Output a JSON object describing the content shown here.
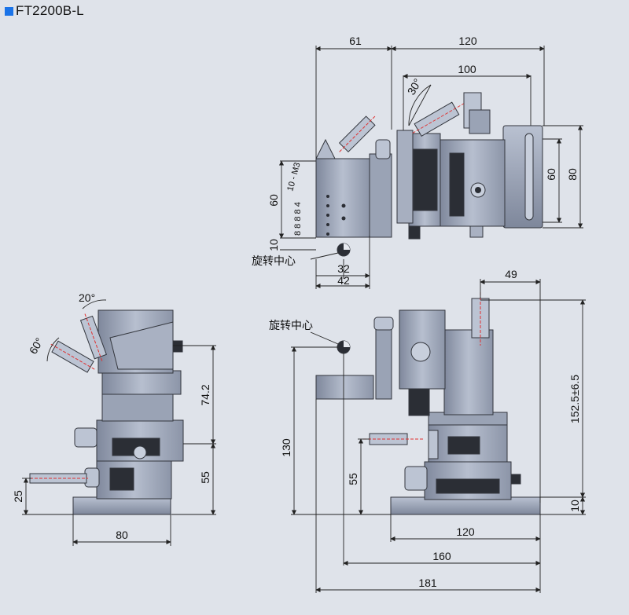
{
  "header": {
    "title": "FT2200B-L",
    "accent_color": "#1a73e8"
  },
  "top_view": {
    "dims": {
      "d61": "61",
      "d120": "120",
      "d100": "100",
      "angle30": "30°",
      "d60_right": "60",
      "d80": "80",
      "d60_left": "60",
      "d10_left": "10",
      "d32": "32",
      "d42": "42",
      "hole_label": "10 - M3",
      "spacing": "8 8 8 8 4"
    },
    "rotation_center": "旋转中心"
  },
  "side_view": {
    "dims": {
      "angle20": "20°",
      "angle60": "60°",
      "d74_2": "74.2",
      "d55": "55",
      "d25": "25",
      "d80": "80"
    }
  },
  "front_view": {
    "dims": {
      "d49": "49",
      "d152": "152.5±6.5",
      "d130": "130",
      "d55": "55",
      "d10": "10",
      "d120": "120",
      "d160": "160",
      "d181": "181"
    },
    "rotation_center": "旋转中心"
  },
  "colors": {
    "stage_metal": "#9aa3b5",
    "stage_dark": "#2b2e35",
    "center_line": "#e03030"
  }
}
